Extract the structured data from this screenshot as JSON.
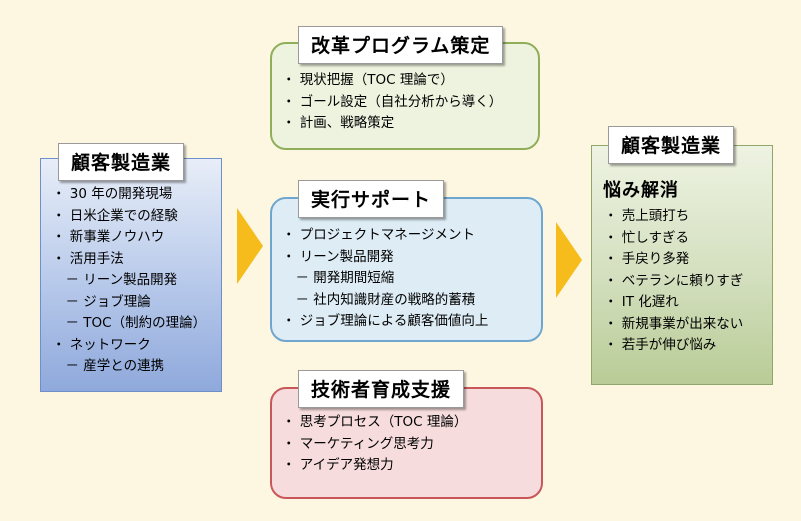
{
  "left": {
    "title": "顧客製造業",
    "items": [
      "・ 30 年の開発現場",
      "・ 日米企業での経験",
      "・ 新事業ノウハウ",
      "・ 活用手法",
      "　－ リーン製品開発",
      "　－ ジョブ理論",
      "　－ TOC（制約の理論）",
      "・ ネットワーク",
      "　－ 産学との連携"
    ]
  },
  "top": {
    "title": "改革プログラム策定",
    "items": [
      "・ 現状把握（TOC 理論で）",
      "・ ゴール設定（自社分析から導く）",
      "・ 計画、戦略策定"
    ]
  },
  "middle": {
    "title": "実行サポート",
    "items": [
      "・ プロジェクトマネージメント",
      "・ リーン製品開発",
      "　－ 開発期間短縮",
      "　－ 社内知識財産の戦略的蓄積",
      "・ ジョブ理論による顧客価値向上"
    ]
  },
  "bottom": {
    "title": "技術者育成支援",
    "items": [
      "・ 思考プロセス（TOC 理論）",
      "・ マーケティング思考力",
      "・ アイデア発想力"
    ]
  },
  "right": {
    "title": "顧客製造業",
    "subtitle": "悩み解消",
    "items": [
      "・ 売上頭打ち",
      "・ 忙しすぎる",
      "・ 手戻り多発",
      "・ ベテランに頼りすぎ",
      "・ IT 化遅れ",
      "・ 新規事業が出来ない",
      "・ 若手が伸び悩み"
    ]
  },
  "colors": {
    "background": "#fdf7e2",
    "left_box_top": "#e8eef8",
    "left_box_bottom": "#8fa9dc",
    "top_box": "#eef3df",
    "middle_box": "#ddecf5",
    "bottom_box": "#f6dcdc",
    "right_box_top": "#eef3e2",
    "right_box_bottom": "#b9cc96",
    "arrow": "#f5bc1c"
  }
}
